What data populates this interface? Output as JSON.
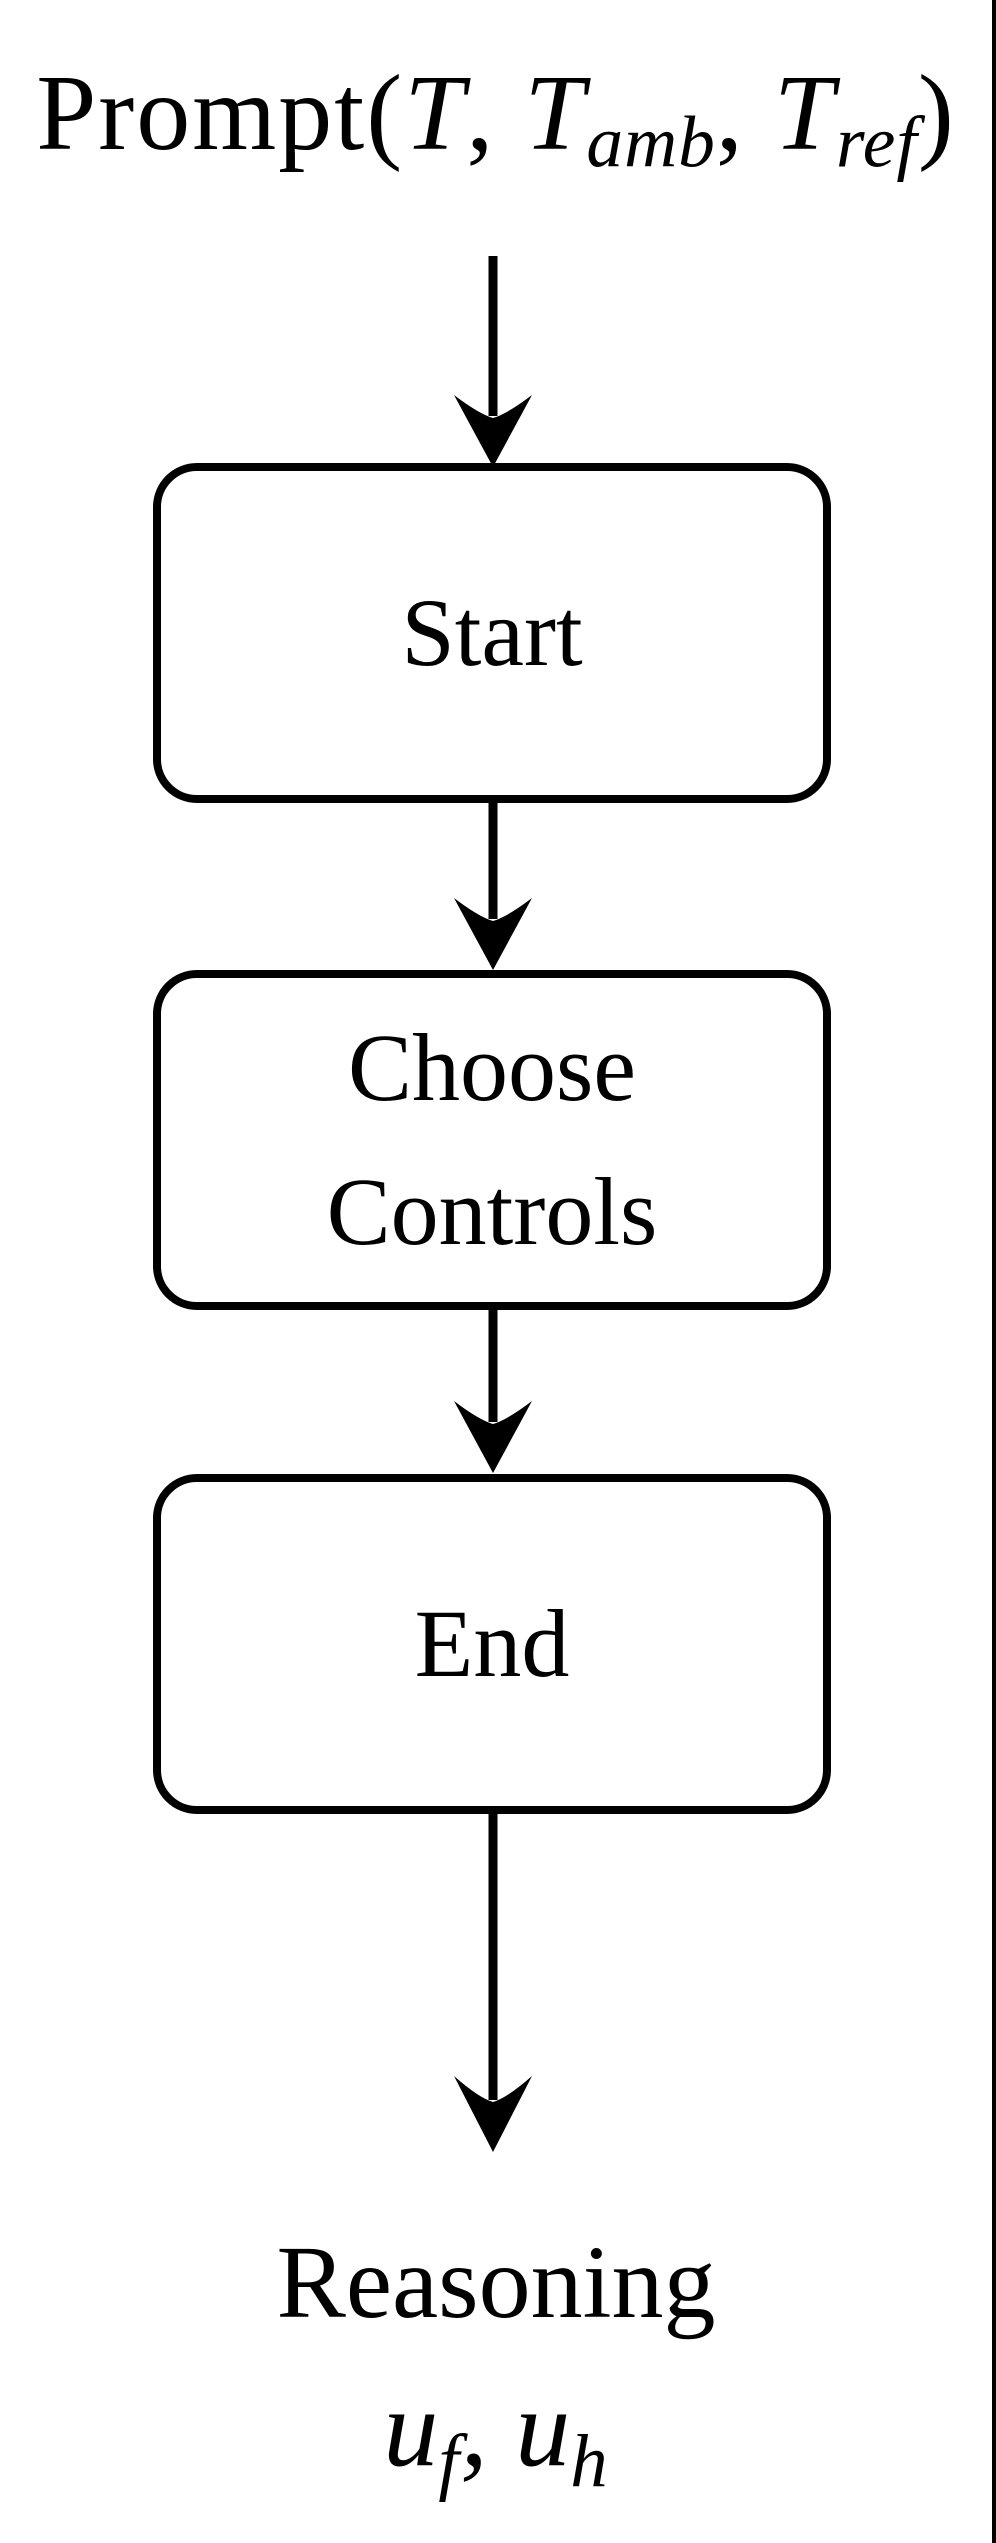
{
  "colors": {
    "ink": "#000000",
    "paper": "#ffffff"
  },
  "flowchart": {
    "input_label": {
      "prefix": "Prompt(",
      "var1": "T",
      "sep1": ", ",
      "var2": "T",
      "var2_sub": "amb",
      "sep2": ", ",
      "var3": "T",
      "var3_sub": "ref",
      "suffix": ")"
    },
    "nodes": [
      {
        "lines": [
          "Start"
        ]
      },
      {
        "lines": [
          "Choose",
          "Controls"
        ]
      },
      {
        "lines": [
          "End"
        ]
      }
    ],
    "output_label": {
      "word": "Reasoning",
      "var1": "u",
      "var1_sub": "f",
      "sep": ", ",
      "var2": "u",
      "var2_sub": "h"
    }
  }
}
